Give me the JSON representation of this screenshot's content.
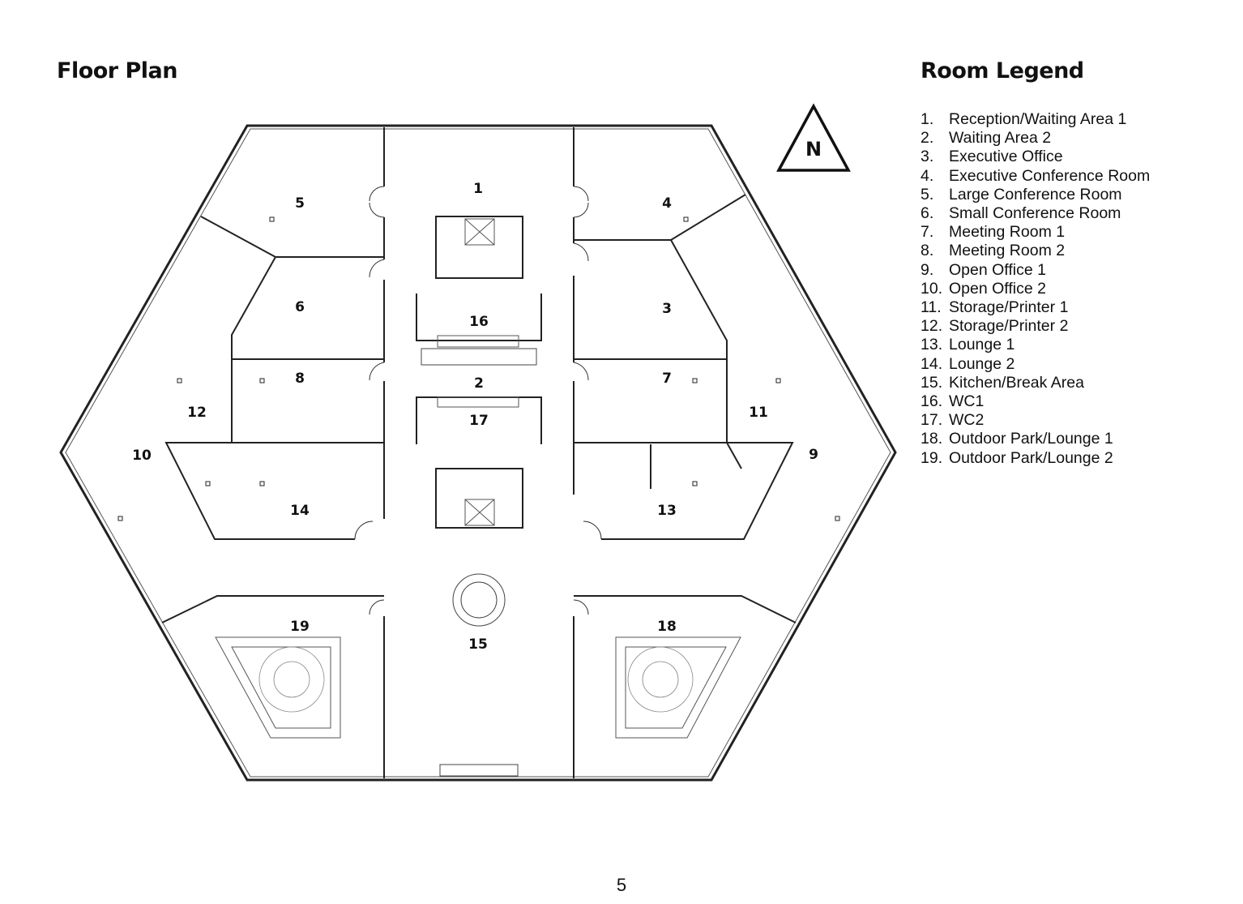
{
  "page": {
    "number": "5"
  },
  "plan": {
    "title": "Floor Plan",
    "north_label": "N",
    "rooms": [
      {
        "id": "1",
        "label": "1"
      },
      {
        "id": "2",
        "label": "2"
      },
      {
        "id": "3",
        "label": "3"
      },
      {
        "id": "4",
        "label": "4"
      },
      {
        "id": "5",
        "label": "5"
      },
      {
        "id": "6",
        "label": "6"
      },
      {
        "id": "7",
        "label": "7"
      },
      {
        "id": "8",
        "label": "8"
      },
      {
        "id": "9",
        "label": "9"
      },
      {
        "id": "10",
        "label": "10"
      },
      {
        "id": "11",
        "label": "11"
      },
      {
        "id": "12",
        "label": "12"
      },
      {
        "id": "13",
        "label": "13"
      },
      {
        "id": "14",
        "label": "14"
      },
      {
        "id": "15",
        "label": "15"
      },
      {
        "id": "16",
        "label": "16"
      },
      {
        "id": "17",
        "label": "17"
      },
      {
        "id": "18",
        "label": "18"
      },
      {
        "id": "19",
        "label": "19"
      }
    ]
  },
  "legend": {
    "title": "Room Legend",
    "items": [
      {
        "num": "1.",
        "name": "Reception/Waiting Area 1"
      },
      {
        "num": "2.",
        "name": "Waiting Area 2"
      },
      {
        "num": "3.",
        "name": "Executive Office"
      },
      {
        "num": "4.",
        "name": "Executive Conference Room"
      },
      {
        "num": "5.",
        "name": "Large Conference Room"
      },
      {
        "num": "6.",
        "name": "Small Conference Room"
      },
      {
        "num": "7.",
        "name": "Meeting Room 1"
      },
      {
        "num": "8.",
        "name": "Meeting Room 2"
      },
      {
        "num": "9.",
        "name": "Open Office 1"
      },
      {
        "num": "10.",
        "name": "Open Office 2"
      },
      {
        "num": "11.",
        "name": "Storage/Printer 1"
      },
      {
        "num": "12.",
        "name": "Storage/Printer 2"
      },
      {
        "num": "13.",
        "name": "Lounge 1"
      },
      {
        "num": "14.",
        "name": "Lounge 2"
      },
      {
        "num": "15.",
        "name": "Kitchen/Break Area"
      },
      {
        "num": "16.",
        "name": "WC1"
      },
      {
        "num": "17.",
        "name": "WC2"
      },
      {
        "num": "18.",
        "name": "Outdoor Park/Lounge 1"
      },
      {
        "num": "19.",
        "name": "Outdoor Park/Lounge 2"
      }
    ]
  }
}
